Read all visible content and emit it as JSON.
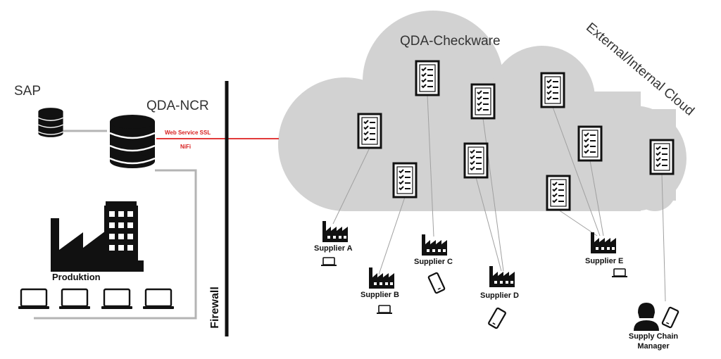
{
  "labels": {
    "sap": "SAP",
    "qda_ncr": "QDA-NCR",
    "web_service": "Web Service SSL",
    "nifi": "NiFi",
    "firewall": "Firewall",
    "produktion": "Produktion",
    "checkware": "QDA-Checkware",
    "cloud": "External/Internal Cloud",
    "supplier_a": "Supplier A",
    "supplier_b": "Supplier B",
    "supplier_c": "Supplier C",
    "supplier_d": "Supplier D",
    "supplier_e": "Supplier E",
    "scm_line1": "Supply Chain",
    "scm_line2": "Manager"
  },
  "colors": {
    "cloud": "#d2d2d2",
    "connection_red": "#e23a3a",
    "connector_gray": "#b4b4b4",
    "icon": "#111111"
  }
}
